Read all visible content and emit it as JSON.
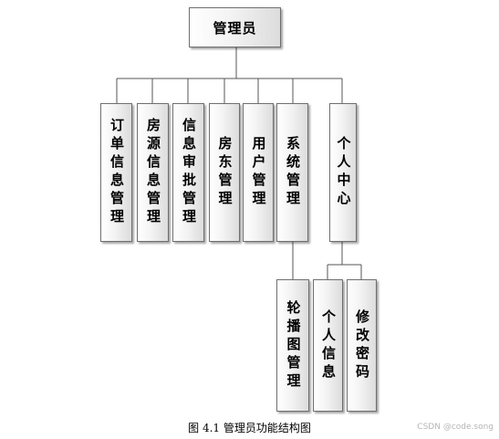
{
  "root": {
    "label": "管理员"
  },
  "modules": [
    {
      "label": "订单信息管理"
    },
    {
      "label": "房源信息管理"
    },
    {
      "label": "信息审批管理"
    },
    {
      "label": "房东管理"
    },
    {
      "label": "用户管理"
    },
    {
      "label": "系统管理"
    },
    {
      "label": "个人中心"
    }
  ],
  "system_children": [
    {
      "label": "轮播图管理"
    }
  ],
  "personal_children": [
    {
      "label": "个人信息"
    },
    {
      "label": "修改密码"
    }
  ],
  "caption": "图 4.1  管理员功能结构图",
  "watermark": "CSDN @code.song"
}
